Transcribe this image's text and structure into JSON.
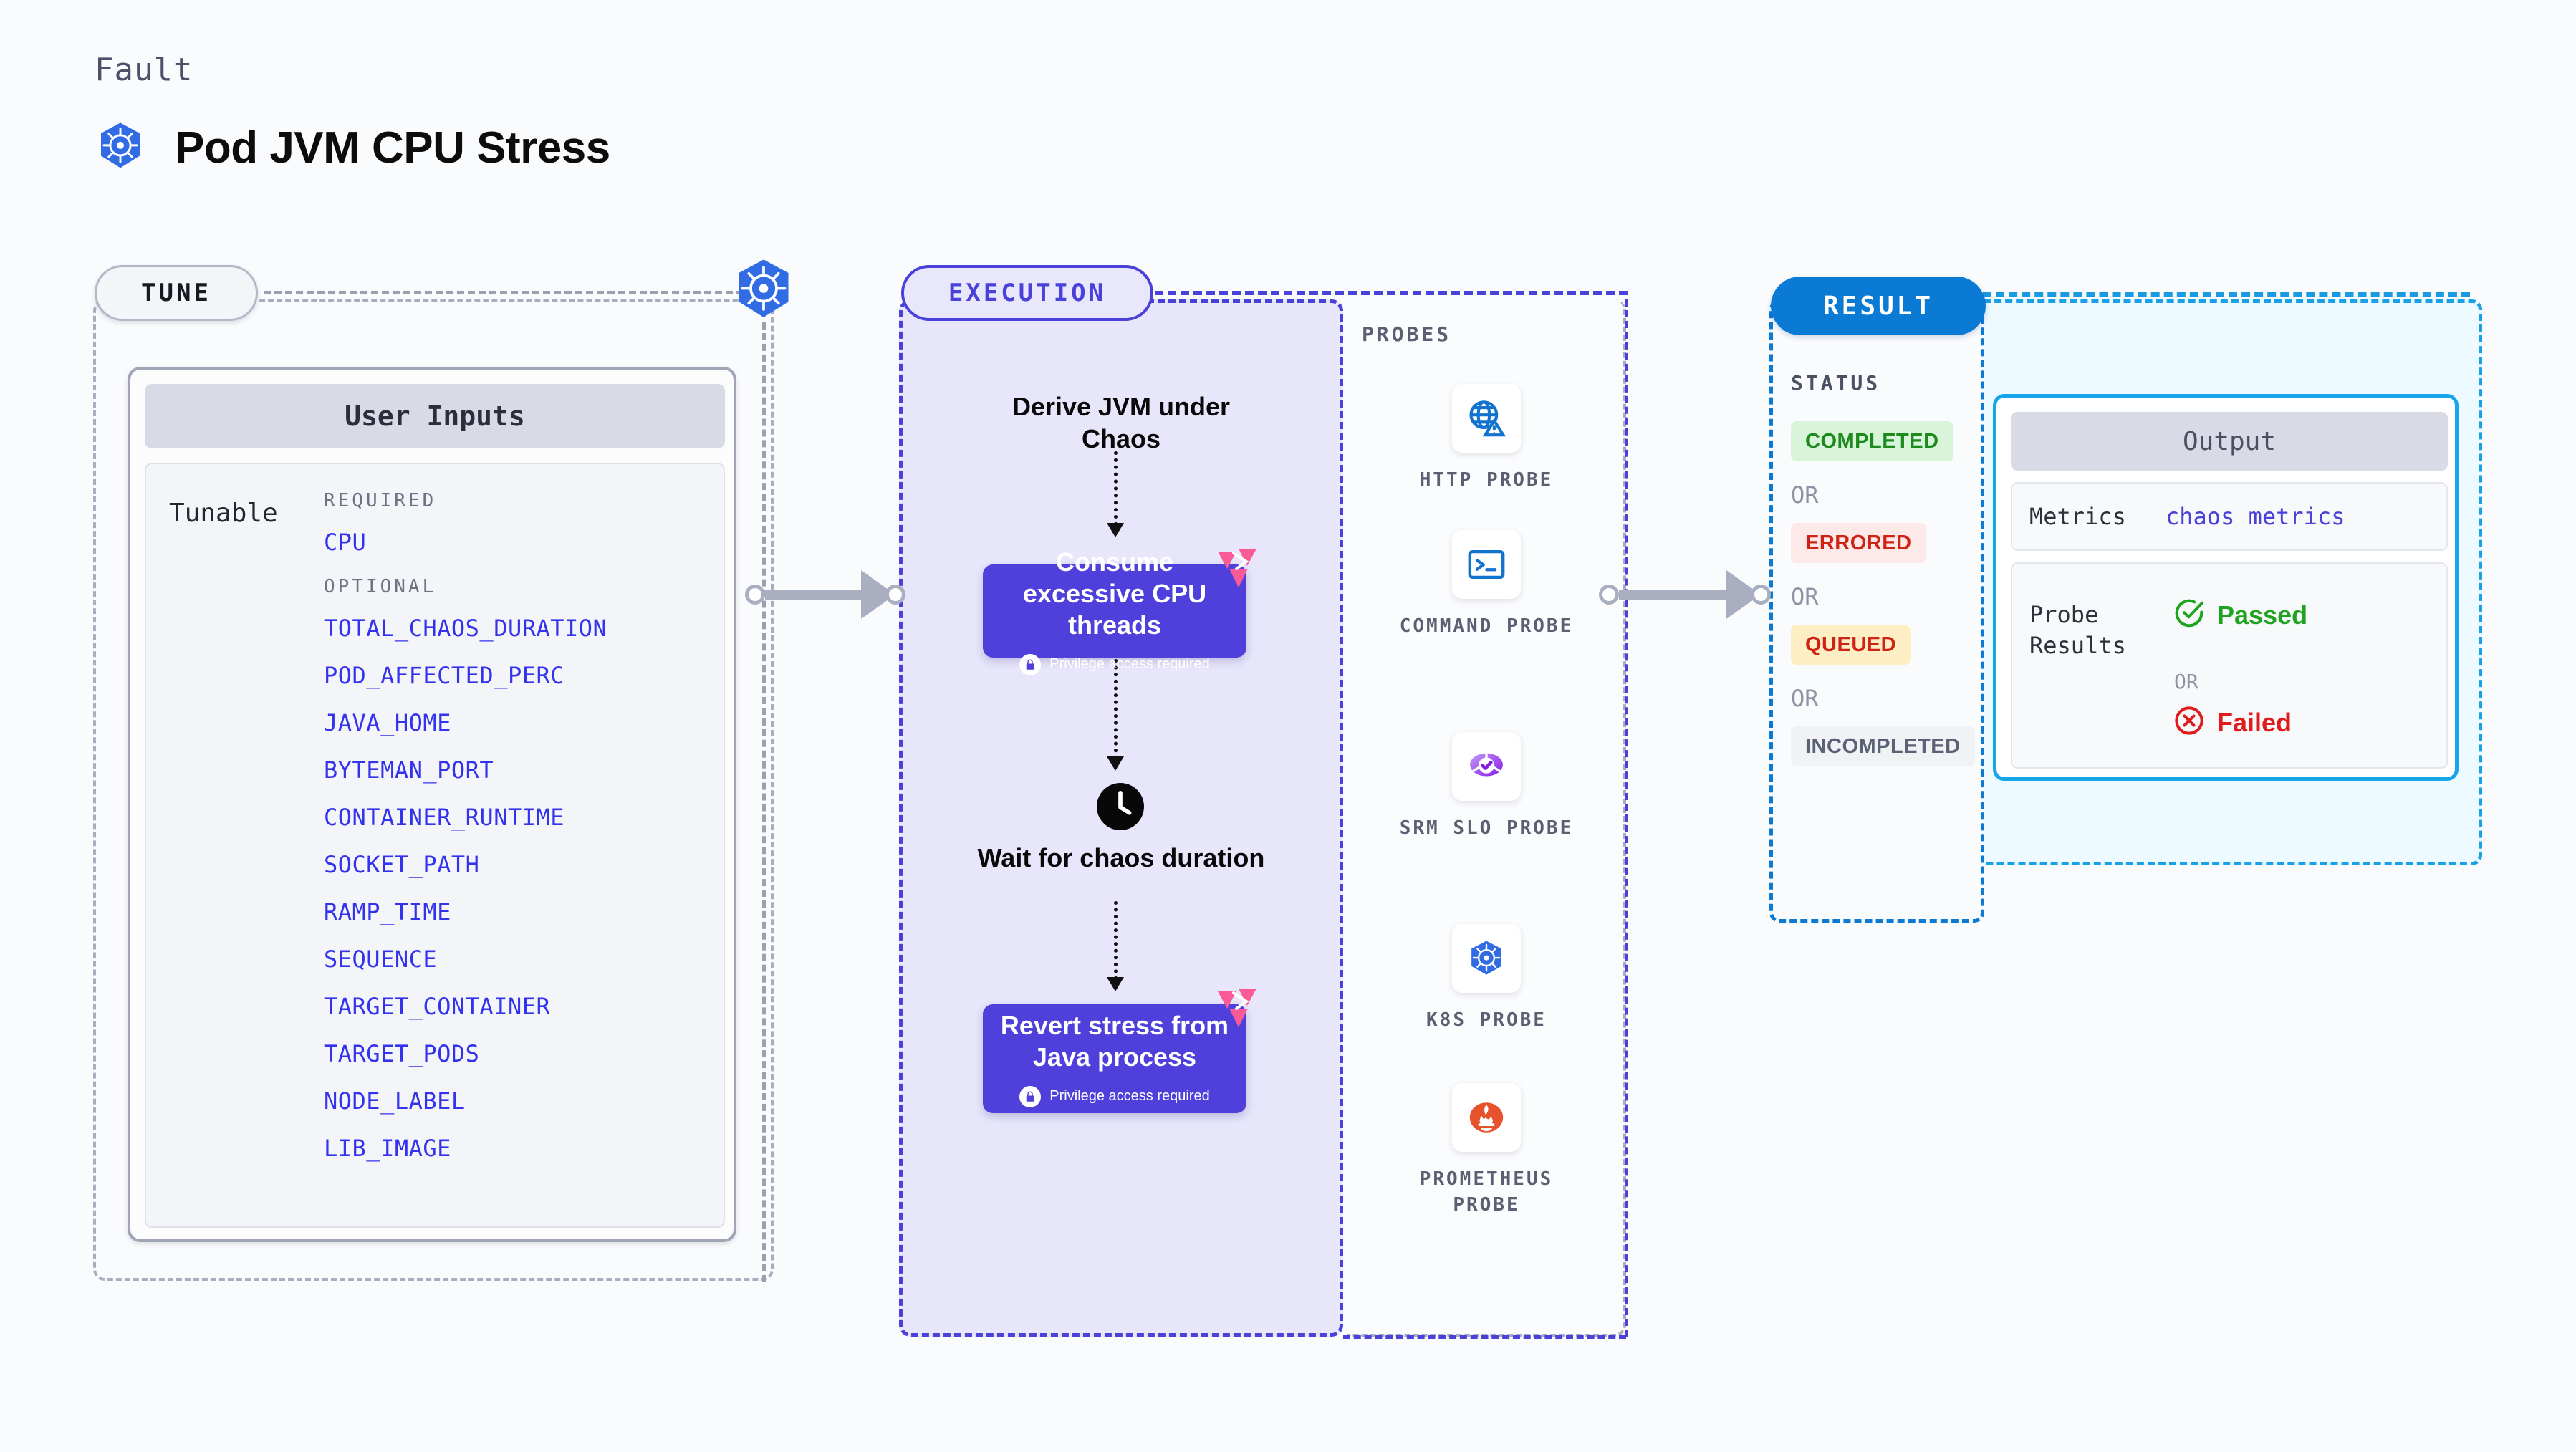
{
  "header": {
    "kicker": "Fault",
    "title": "Pod JVM CPU Stress",
    "icon": "kubernetes-icon"
  },
  "tune": {
    "pill_label": "TUNE",
    "card_header": "User Inputs",
    "tunable_label": "Tunable",
    "required_label": "REQUIRED",
    "optional_label": "OPTIONAL",
    "required": [
      "CPU"
    ],
    "optional": [
      "TOTAL_CHAOS_DURATION",
      "POD_AFFECTED_PERC",
      "JAVA_HOME",
      "BYTEMAN_PORT",
      "CONTAINER_RUNTIME",
      "SOCKET_PATH",
      "RAMP_TIME",
      "SEQUENCE",
      "TARGET_CONTAINER",
      "TARGET_PODS",
      "NODE_LABEL",
      "LIB_IMAGE"
    ]
  },
  "execution": {
    "pill_label": "EXECUTION",
    "steps": [
      {
        "type": "text",
        "label": "Derive JVM under Chaos"
      },
      {
        "type": "card",
        "label": "Consume excessive CPU threads",
        "note": "Privilege access required",
        "badge": "litmus-icon"
      },
      {
        "type": "clock",
        "label": "Wait for chaos duration",
        "icon": "clock-icon"
      },
      {
        "type": "card",
        "label": "Revert stress from Java process",
        "note": "Privilege access required",
        "badge": "litmus-icon"
      }
    ]
  },
  "probes": {
    "title": "PROBES",
    "items": [
      {
        "label": "HTTP PROBE",
        "icon": "globe-warning-icon"
      },
      {
        "label": "COMMAND PROBE",
        "icon": "terminal-icon"
      },
      {
        "label": "SRM SLO PROBE",
        "icon": "srm-slo-icon"
      },
      {
        "label": "K8S PROBE",
        "icon": "kubernetes-icon"
      },
      {
        "label": "PROMETHEUS PROBE",
        "icon": "prometheus-icon"
      }
    ]
  },
  "result": {
    "pill_label": "RESULT",
    "status_title": "STATUS",
    "or_label": "OR",
    "statuses": [
      {
        "label": "COMPLETED",
        "bg": "#d9f5d9",
        "fg": "#1c8a1c"
      },
      {
        "label": "ERRORED",
        "bg": "#fde9e7",
        "fg": "#cf2316"
      },
      {
        "label": "QUEUED",
        "bg": "#fdeec4",
        "fg": "#cf2316"
      },
      {
        "label": "INCOMPLETED",
        "bg": "#f1f2f6",
        "fg": "#5b6276"
      }
    ]
  },
  "output": {
    "header": "Output",
    "metrics_label": "Metrics",
    "metrics_value": "chaos metrics",
    "probe_results_label": "Probe Results",
    "or_label": "OR",
    "passed_label": "Passed",
    "failed_label": "Failed",
    "passed_icon": "check-circle-icon",
    "failed_icon": "x-circle-icon"
  },
  "colors": {
    "execution_accent": "#4a41d8",
    "result_accent": "#0b7ad4",
    "output_accent": "#16a6e9",
    "tunable_link": "#3333ee",
    "card_purple": "#4f3fdb",
    "litmus_pink": "#fa5b96",
    "passed_green": "#1ea31e",
    "failed_red": "#e01b1b"
  }
}
